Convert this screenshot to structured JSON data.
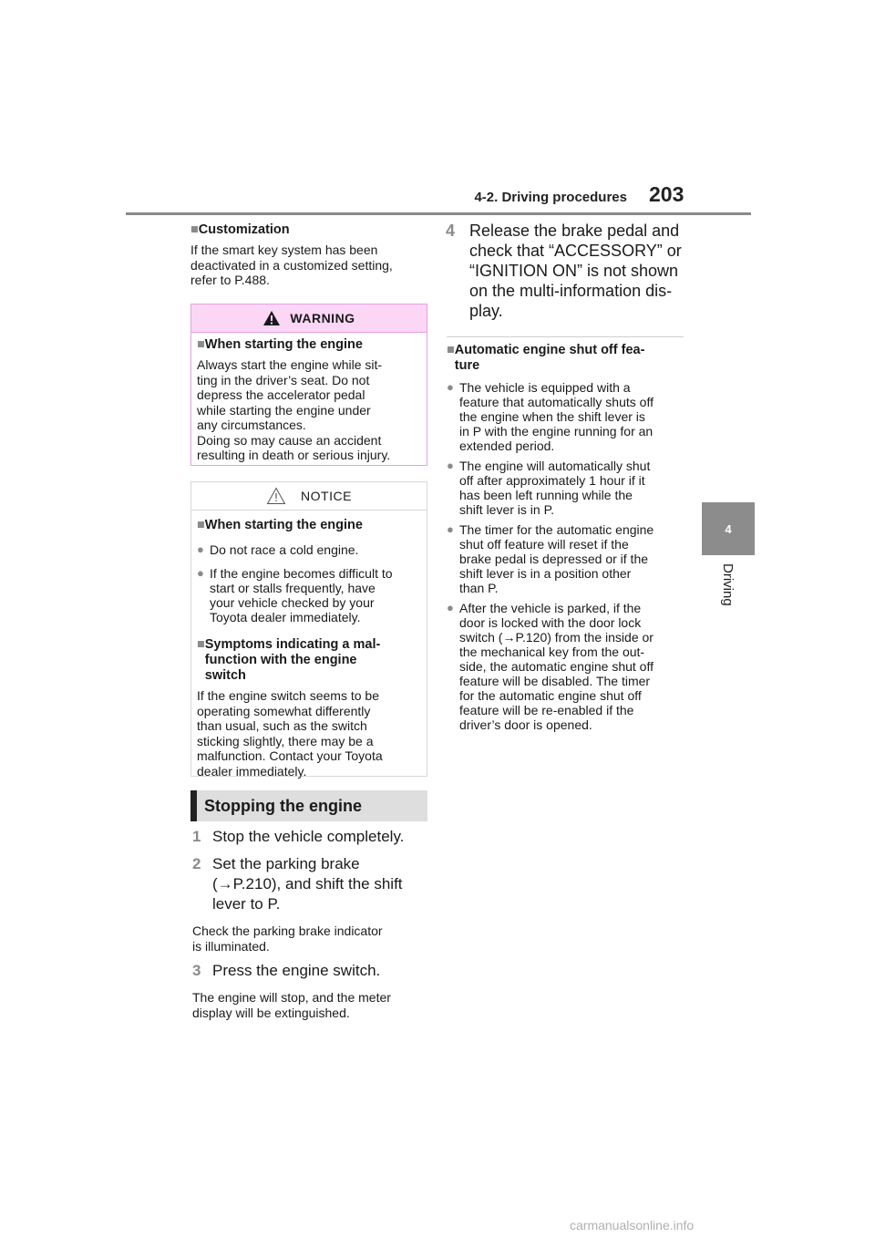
{
  "header": {
    "section": "4-2. Driving procedures",
    "page_number": "203"
  },
  "side_tab": {
    "chapter_number": "4",
    "chapter_label": "Driving"
  },
  "customization": {
    "heading": "Customization",
    "body": [
      "If the smart key system has been",
      "deactivated in a customized setting,",
      "refer to P.488."
    ]
  },
  "warning": {
    "title": "WARNING",
    "subheading": "When starting the engine",
    "body": [
      "Always start the engine while sit-",
      "ting in the driver’s seat. Do not",
      "depress the accelerator pedal",
      "while starting the engine under",
      "any circumstances.",
      "Doing so may cause an accident",
      "resulting in death or serious injury."
    ]
  },
  "notice": {
    "title": "NOTICE",
    "subheading1": "When starting the engine",
    "bullet1": [
      "Do not race a cold engine."
    ],
    "bullet2": [
      "If the engine becomes difficult to",
      "start or stalls frequently, have",
      "your vehicle checked by your",
      "Toyota dealer immediately."
    ],
    "subheading2": [
      "Symptoms indicating a mal-",
      "function with the engine",
      "switch"
    ],
    "body2": [
      "If the engine switch seems to be",
      "operating somewhat differently",
      "than usual, such as the switch",
      "sticking slightly, there may be a",
      "malfunction. Contact your Toyota",
      "dealer immediately."
    ]
  },
  "stopping": {
    "heading": "Stopping the engine",
    "step1": {
      "num": "1",
      "text": [
        "Stop the vehicle completely."
      ]
    },
    "step2": {
      "num": "2",
      "text": [
        "Set the parking brake",
        "(→P.210), and shift the shift",
        "lever to P."
      ]
    },
    "step2_note": [
      "Check the parking brake indicator",
      "is illuminated."
    ],
    "step3": {
      "num": "3",
      "text": [
        "Press the engine switch."
      ]
    },
    "step3_note": [
      "The engine will stop, and the meter",
      "display will be extinguished."
    ],
    "step4": {
      "num": "4",
      "text": [
        "Release the brake pedal and",
        "check that “ACCESSORY” or",
        "“IGNITION ON” is not shown",
        "on the multi-information dis-",
        "play."
      ]
    }
  },
  "auto_shutoff": {
    "heading": [
      "Automatic engine shut off fea-",
      "ture"
    ],
    "bullets": [
      [
        "The vehicle is equipped with a",
        "feature that automatically shuts off",
        "the engine when the shift lever is",
        "in P with the engine running for an",
        "extended period."
      ],
      [
        "The engine will automatically shut",
        "off after approximately 1 hour if it",
        "has been left running while the",
        "shift lever is in P."
      ],
      [
        "The timer for the automatic engine",
        "shut off feature will reset if the",
        "brake pedal is depressed or if the",
        "shift lever is in a position other",
        "than P."
      ],
      [
        "After the vehicle is parked, if the",
        "door is locked with the door lock",
        "switch (→P.120) from the inside or",
        "the mechanical key from the out-",
        "side, the automatic engine shut off",
        "feature will be disabled. The timer",
        "for the automatic engine shut off",
        "feature will be re-enabled if the",
        "driver’s door is opened."
      ]
    ]
  },
  "watermark": "carmanualsonline.info",
  "glyphs": {
    "square": "■",
    "dot": "●"
  },
  "colors": {
    "warning_fill": "#fbd6f5",
    "warning_border": "#e8a0e0",
    "tab_gray": "#8c8c8c",
    "accent_gray": "#8a8a8a"
  }
}
